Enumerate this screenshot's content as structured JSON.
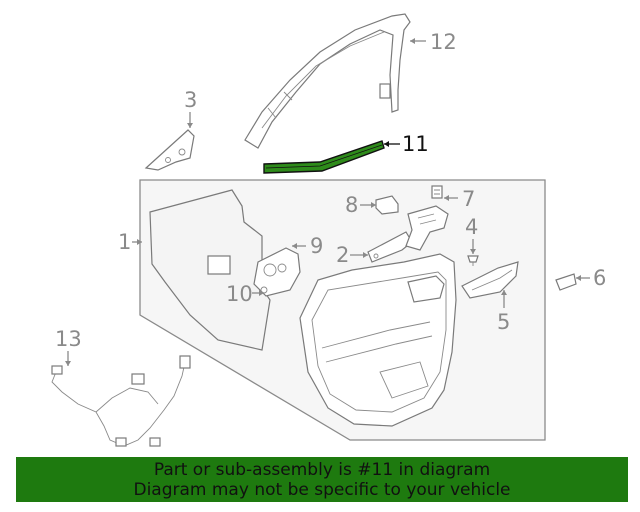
{
  "callouts": {
    "c1": "1",
    "c2": "2",
    "c3": "3",
    "c4": "4",
    "c5": "5",
    "c6": "6",
    "c7": "7",
    "c8": "8",
    "c9": "9",
    "c10": "10",
    "c11": "11",
    "c12": "12",
    "c13": "13"
  },
  "highlight": {
    "part_number": "11",
    "color": "#2e8b1a"
  },
  "banner": {
    "line1": "Part or sub-assembly is #11 in diagram",
    "line2": "Diagram may not be specific to your vehicle",
    "background": "#1e7a0f"
  }
}
